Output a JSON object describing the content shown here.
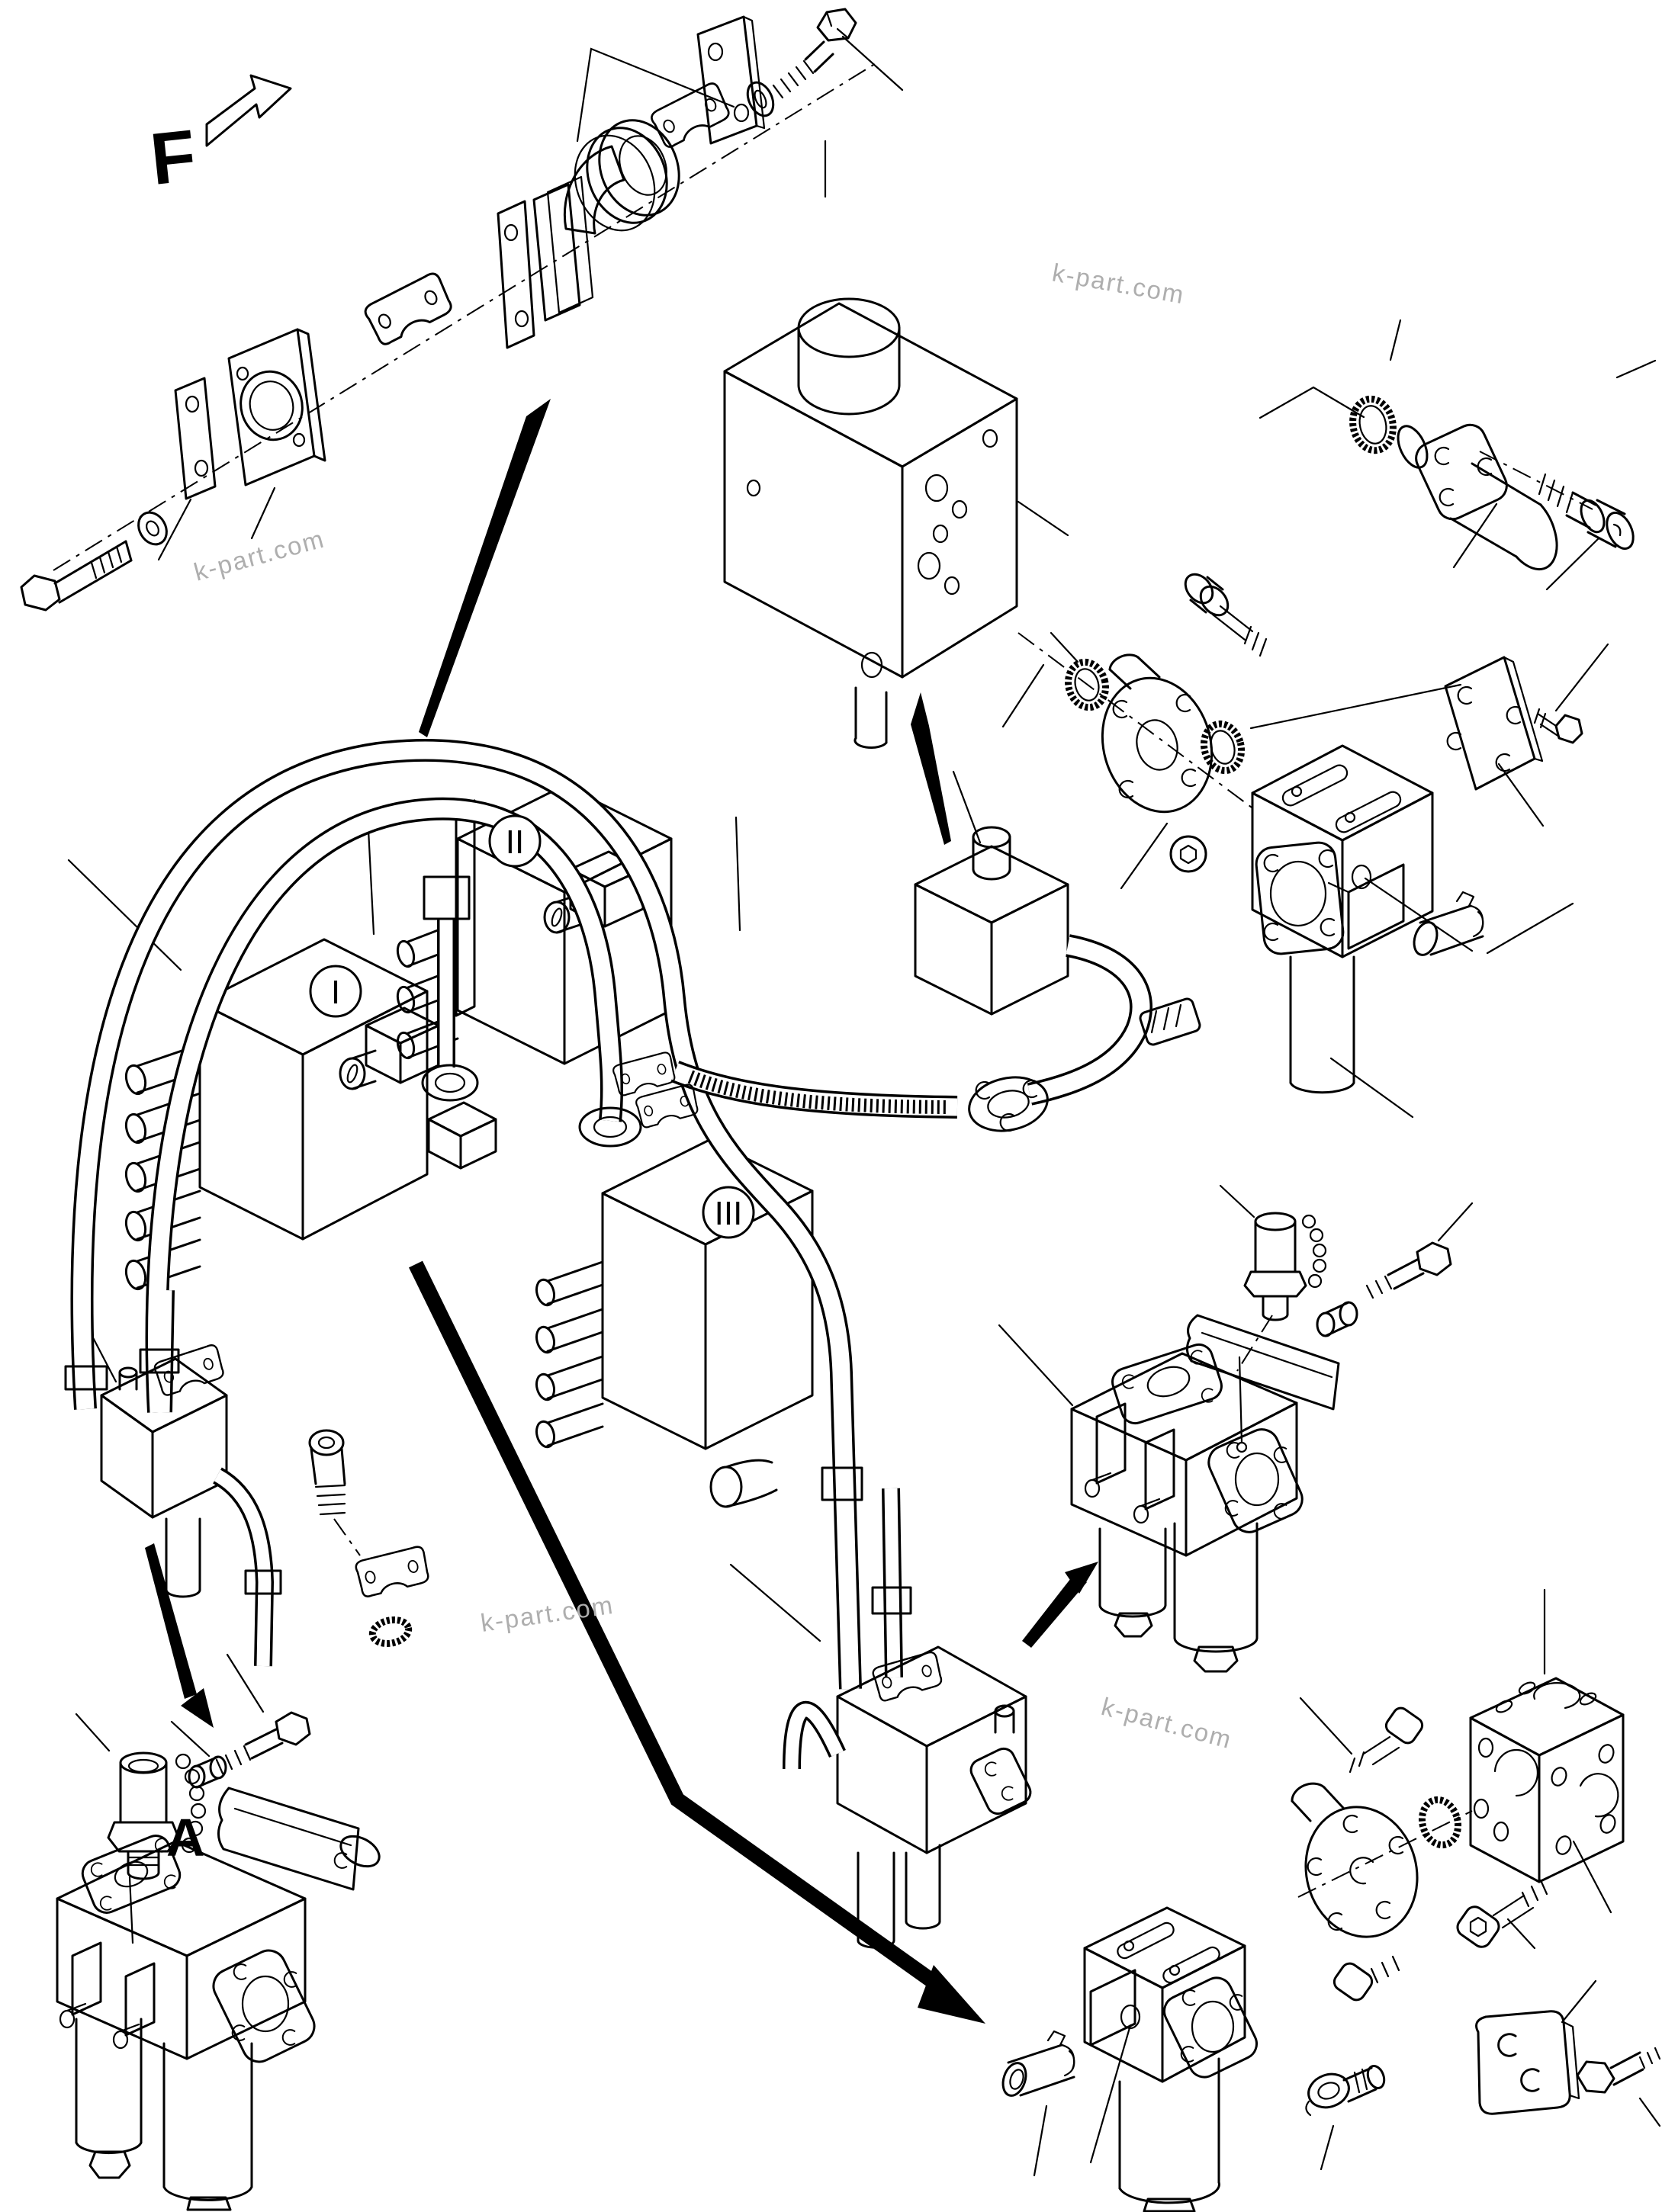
{
  "colors": {
    "background": "#ffffff",
    "line": "#000000",
    "watermark": "#aeaeae",
    "arrow_fill": "#000000"
  },
  "labels": {
    "view_direction": {
      "text": "F"
    },
    "detail": {
      "text": "A"
    },
    "circle_1": {
      "text": "I"
    },
    "circle_2": {
      "text": "II"
    },
    "circle_3": {
      "text": "III"
    }
  },
  "watermarks": [
    {
      "text": "k-part.com"
    },
    {
      "text": "k-part.com"
    },
    {
      "text": "k-part.com"
    },
    {
      "text": "k-part.com"
    }
  ]
}
